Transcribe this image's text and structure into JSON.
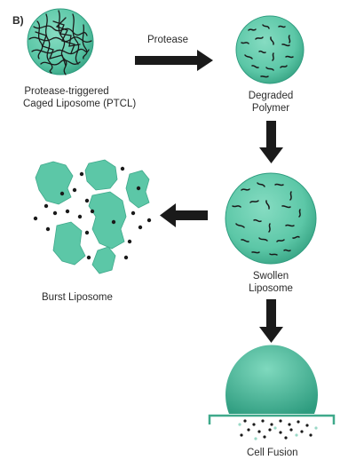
{
  "panel_label": "B)",
  "labels": {
    "protease": "Protease",
    "ptcl_line1": "Protease-triggered",
    "ptcl_line2": "Caged Liposome (PTCL)",
    "degraded_line1": "Degraded",
    "degraded_line2": "Polymer",
    "swollen_line1": "Swollen",
    "swollen_line2": "Liposome",
    "burst": "Burst Liposome",
    "fusion": "Cell Fusion"
  },
  "colors": {
    "liposome_fill": "#5cc7a7",
    "liposome_dark": "#2e9c7f",
    "polymer": "#1a1a1a",
    "arrow": "#1a1a1a",
    "membrane": "#3fa98b"
  }
}
